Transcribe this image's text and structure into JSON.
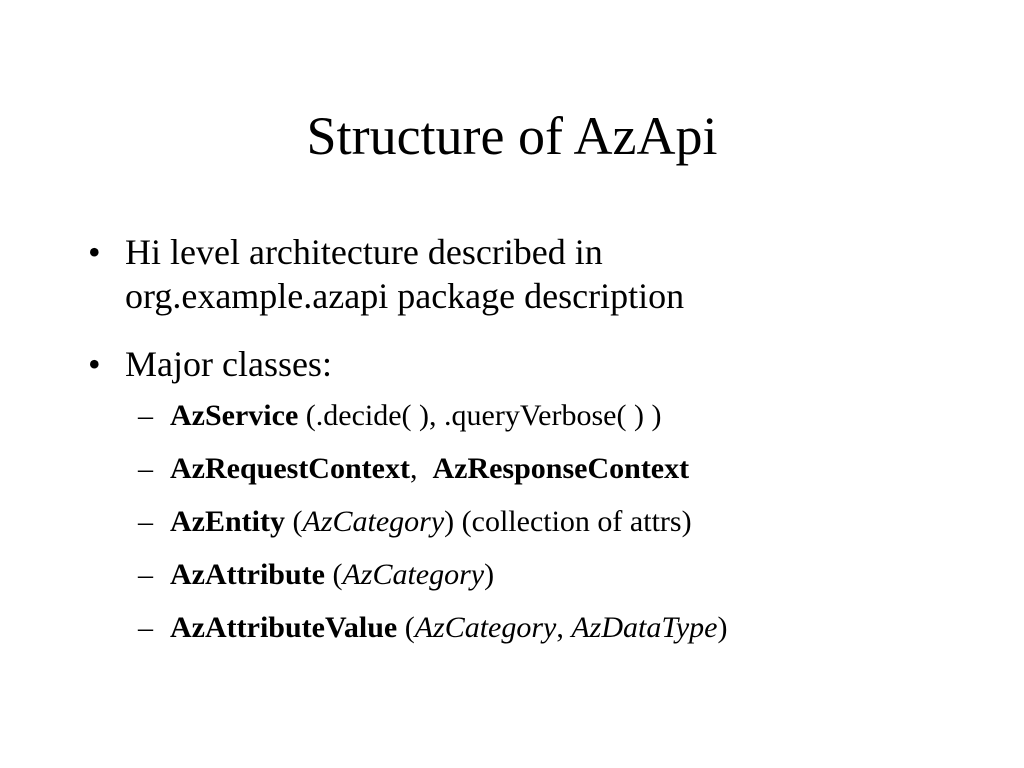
{
  "slide": {
    "title": "Structure of AzApi",
    "bullet_glyph": "•",
    "dash_glyph": "–",
    "bullets": [
      {
        "line1": "Hi level architecture described in",
        "line2": "org.example.azapi package description"
      },
      {
        "text": "Major classes:"
      }
    ],
    "subitems": [
      {
        "bold1": "AzService",
        "rest": " (.decide( ), .queryVerbose( ) )"
      },
      {
        "bold1": "AzRequestContext",
        "sep": ",  ",
        "bold2": "AzResponseContext"
      },
      {
        "bold1": "AzEntity",
        "open": " (",
        "italic1": "AzCategory",
        "close": ") (collection of attrs)"
      },
      {
        "bold1": "AzAttribute",
        "open": " (",
        "italic1": "AzCategory",
        "close": ")"
      },
      {
        "bold1": "AzAttributeValue",
        "open": " (",
        "italic1": "AzCategory",
        "comma": ", ",
        "italic2": "AzDataType",
        "close": ")"
      }
    ]
  }
}
